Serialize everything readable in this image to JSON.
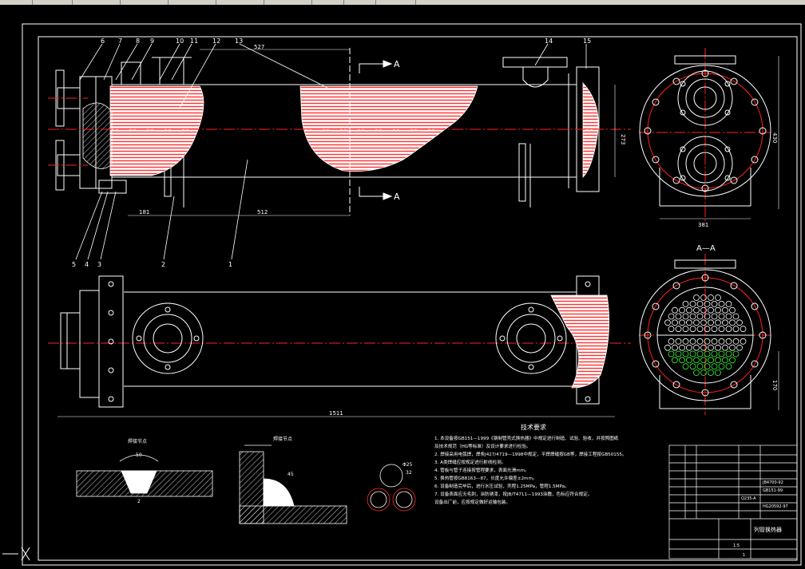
{
  "part_numbers": [
    "6",
    "7",
    "8",
    "9",
    "10",
    "11",
    "12",
    "13",
    "14",
    "15",
    "5",
    "4",
    "3",
    "2",
    "1"
  ],
  "dimensions": {
    "top_width": "527",
    "left_offset": "181",
    "main_length": "512",
    "overall_length": "1511",
    "right_height": "273",
    "end_width": "381",
    "end_height": "430",
    "section_height": "170"
  },
  "section_markers": {
    "top": "A",
    "bottom": "A",
    "view_title": "A—A"
  },
  "notes_title": "技术要求",
  "notes": [
    "1.  本设备按GB151—1999《钢制管壳式换热器》中规定进行制造、试验、验收，并按照图纸",
    "    及技术规范（HG等标准）及设计要求进行检验。",
    "2.  焊接采用电弧焊，焊条J427/4719—1998中规定，平焊焊缝按GB等，焊接工程按GB50155。",
    "3.  A类焊缝应按规定进行射线检测。",
    "4.  管板与管子连接按管程要求，表面光滑mm。",
    "5.  换热管按GB8163—87，长度允许偏差±2mm。",
    "6.  设备制造完毕后，进行水压试验，壳程1.25MPa，管程1.5MPa。",
    "7.  设备表面应无毛刺，涂防锈漆，按JB/T4711—1993涂敷，色标应符合规定。",
    "    设备出厂前，应按规定做好运输包装。"
  ],
  "detail_labels": [
    "焊接节点",
    "焊接节点"
  ],
  "detail_dims": {
    "angle": "50",
    "gap": "2",
    "fillet": "45",
    "tube_pitch": "Φ25",
    "tube_spacing": "32"
  },
  "title_block": {
    "drawing_title": "列管换热器",
    "material": "Q235-A",
    "scale": "1:5",
    "sheet": "1",
    "codes": [
      "JB4700-92",
      "GB151-99",
      "HG20592-97"
    ]
  },
  "colors": {
    "background": "#000000",
    "outline": "#ffffff",
    "centerline": "#ff2020",
    "hatch": "#ff4040",
    "tube_highlight": "#40ff40"
  }
}
